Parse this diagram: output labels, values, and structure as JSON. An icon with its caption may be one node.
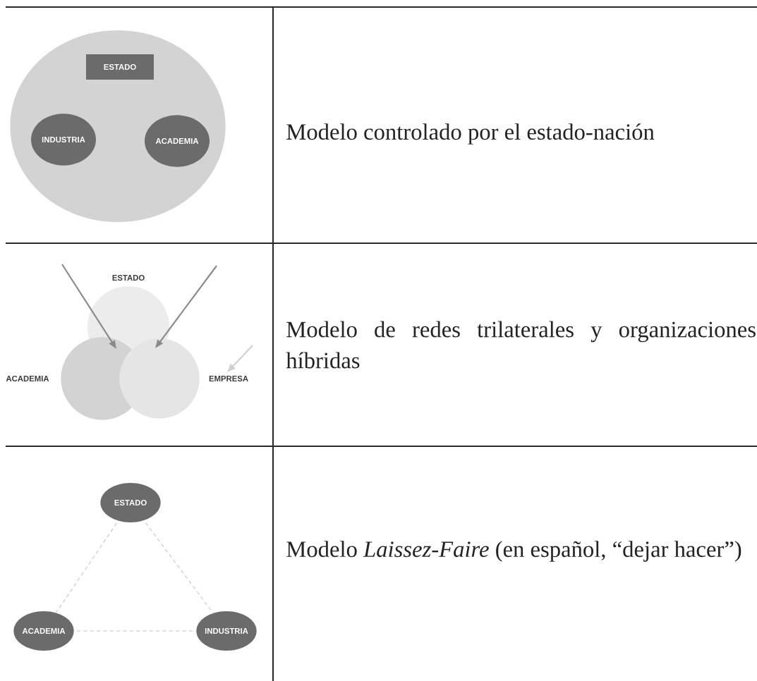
{
  "diagram": {
    "nodes": [
      {
        "text": [],
        "shape": "circle"
      },
      {
        "text": [
          "ESTADO"
        ],
        "in": 0
      },
      {
        "text": [
          "INDUSTRIA"
        ],
        "in": 0
      },
      {
        "text": [
          "ACADEMIA"
        ],
        "in": 0
      },
      {
        "text": [
          "ESTADO"
        ]
      },
      {
        "text": [
          "ACADEMIA"
        ]
      },
      {
        "text": [
          "EMPRESA"
        ]
      },
      {
        "text": [
          "ESTADO"
        ]
      },
      {
        "text": [
          "ACADEMIA"
        ]
      },
      {
        "text": [
          "INDUSTRIA"
        ]
      }
    ],
    "edges": [
      {
        "from": null,
        "to": 5,
        "arrow": "to"
      },
      {
        "from": null,
        "to": 6,
        "arrow": "to"
      },
      {
        "from": null,
        "to": 6,
        "arrow": "to",
        "color": "#d0d0d0"
      },
      {
        "from": 7,
        "to": 8,
        "arrow": "none",
        "style": "dashed",
        "color": "#c4c4c4"
      },
      {
        "from": 7,
        "to": 9,
        "arrow": "none",
        "style": "dashed",
        "color": "#c4c4c4"
      },
      {
        "from": 8,
        "to": 9,
        "arrow": "none",
        "style": "dashed",
        "color": "#c4c4c4"
      }
    ],
    "labels": [
      "Modelo controlado por el estado-nación",
      "Modelo de redes trilaterales y organizaciones híbridas",
      "Modelo *Laissez-Faire* (en español, “dejar hacer”)"
    ]
  }
}
